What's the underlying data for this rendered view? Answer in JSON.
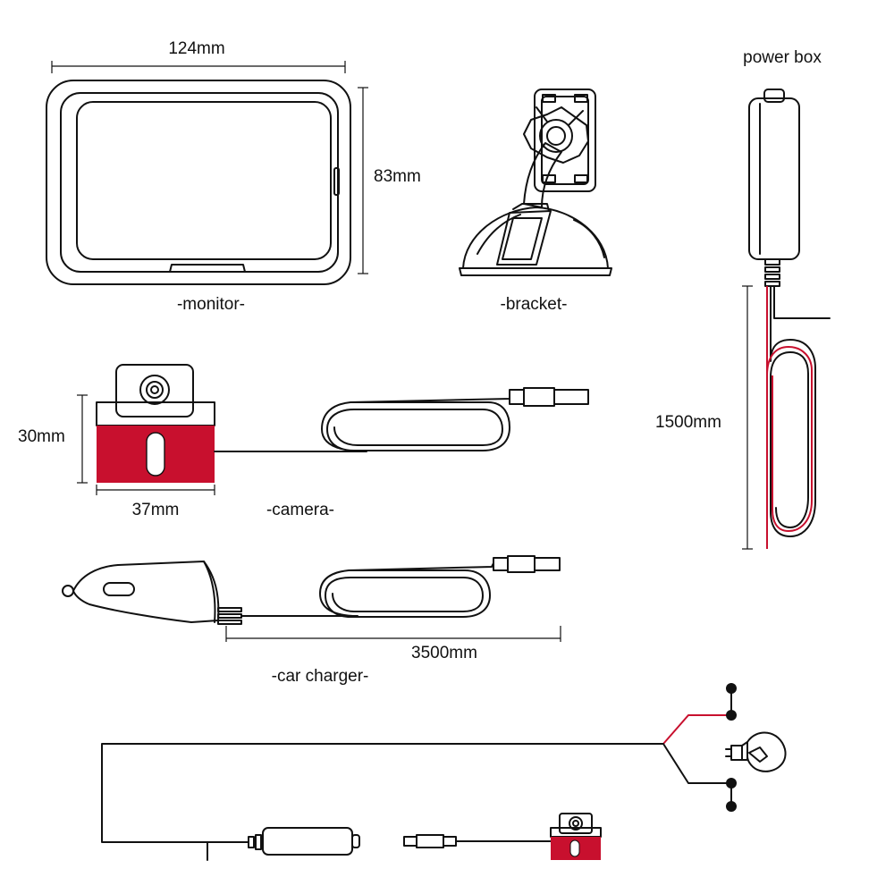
{
  "labels": {
    "monitor_width": "124mm",
    "monitor_height": "83mm",
    "monitor": "-monitor-",
    "bracket": "-bracket-",
    "power_box": "power box",
    "power_cable_length": "1500mm",
    "camera_height": "30mm",
    "camera_width": "37mm",
    "camera": "-camera-",
    "charger_cable_length": "3500mm",
    "car_charger": "-car charger-"
  },
  "colors": {
    "line": "#111111",
    "accent_red": "#c8102e",
    "background": "#ffffff"
  }
}
